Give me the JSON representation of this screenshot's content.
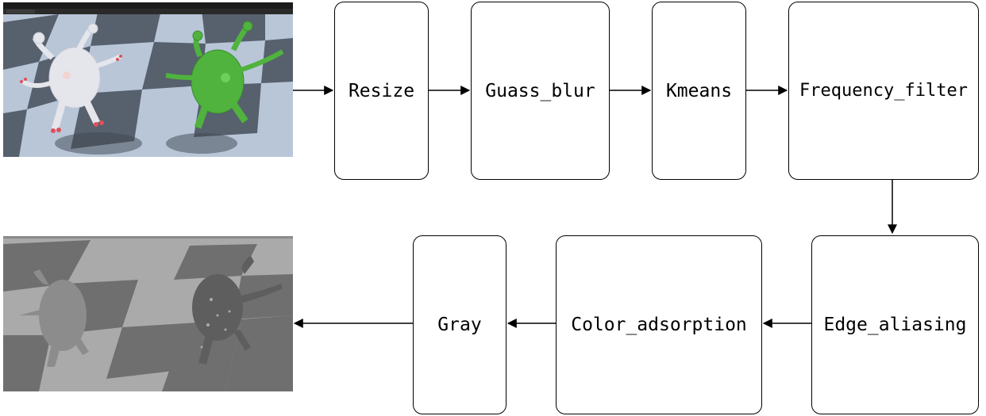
{
  "nodes": {
    "resize": "Resize",
    "gauss_blur": "Guass_blur",
    "kmeans": "Kmeans",
    "frequency_filter": "Frequency_filter",
    "edge_aliasing": "Edge_aliasing",
    "color_adsorption": "Color_adsorption",
    "gray": "Gray"
  },
  "colors": {
    "line": "#000000",
    "floor_light": "#b9c6d8",
    "floor_dark": "#57606d",
    "character_white": "#e4e6ec",
    "character_green": "#4fb33e",
    "output_light": "#aaaaaa",
    "output_dark": "#6f6f6f"
  }
}
